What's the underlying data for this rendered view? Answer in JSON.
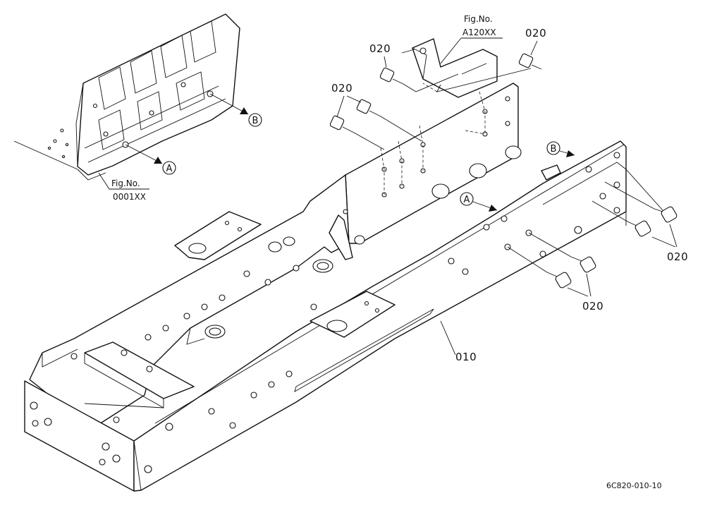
{
  "callouts": {
    "bolt_top_right": "020",
    "bolt_top_mid": "020",
    "bolt_left": "020",
    "bolt_right_upper": "020",
    "bolt_right_lower": "020",
    "frame": "010"
  },
  "references": {
    "top": {
      "line1": "Fig.No.",
      "line2": "A120XX"
    },
    "left": {
      "line1": "Fig.No.",
      "line2": "0001XX"
    }
  },
  "markers": {
    "a_left": "A",
    "b_left": "B",
    "a_right": "A",
    "b_right": "B"
  },
  "drawing_code": "6C820-010-10"
}
